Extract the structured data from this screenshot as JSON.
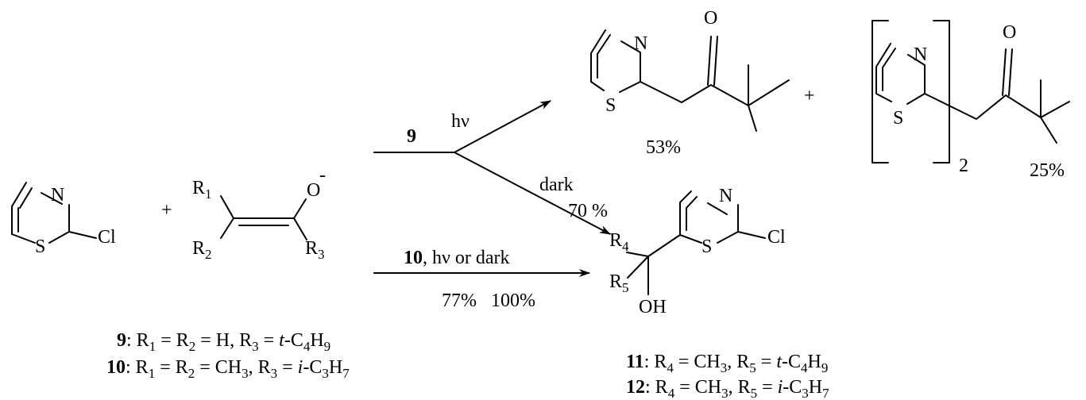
{
  "atoms": {
    "N": "N",
    "S": "S",
    "O": "O",
    "Cl": "Cl",
    "OH": "OH",
    "minus": "-"
  },
  "groups": {
    "R": "R",
    "r1": "1",
    "r2": "2",
    "r3": "3",
    "r4": "4",
    "r5": "5",
    "dimer_sub": "2"
  },
  "operators": {
    "plus": "+"
  },
  "arrows": {
    "top_label": "9",
    "hv": "hν",
    "dark": "dark",
    "dark_yield": "70 %",
    "bottom_label_num": "10",
    "bottom_label_rest": ", hν or dark",
    "bottom_yields": "77%   100%"
  },
  "yields": {
    "product_a": "53%",
    "product_b": "25%"
  },
  "legend": {
    "l9": {
      "num": "9",
      "p1": ": R",
      "s1": "1",
      "p2": " = R",
      "s2": "2",
      "p3": " = H, R",
      "s3": "3",
      "p4": " = ",
      "it": "t",
      "p5": "-C",
      "s4": "4",
      "p6": "H",
      "s5": "9"
    },
    "l10": {
      "num": "10",
      "p1": ": R",
      "s1": "1",
      "p2": " = R",
      "s2": "2",
      "p3": " = CH",
      "s3": "3",
      "p4": ", R",
      "s4": "3",
      "p5": " = ",
      "it": "i",
      "p6": "-C",
      "s5": "3",
      "p7": "H",
      "s6": "7"
    },
    "l11": {
      "num": "11",
      "p1": ": R",
      "s1": "4",
      "p2": " = CH",
      "s2": "3",
      "p3": ", R",
      "s3": "5",
      "p4": " = ",
      "it": "t",
      "p5": "-C",
      "s4": "4",
      "p6": "H",
      "s5": "9"
    },
    "l12": {
      "num": "12",
      "p1": ": R",
      "s1": "4",
      "p2": " = CH",
      "s2": "3",
      "p3": ", R",
      "s3": "5",
      "p4": " = ",
      "it": "i",
      "p5": "-C",
      "s4": "3",
      "p6": "H",
      "s5": "7"
    }
  }
}
